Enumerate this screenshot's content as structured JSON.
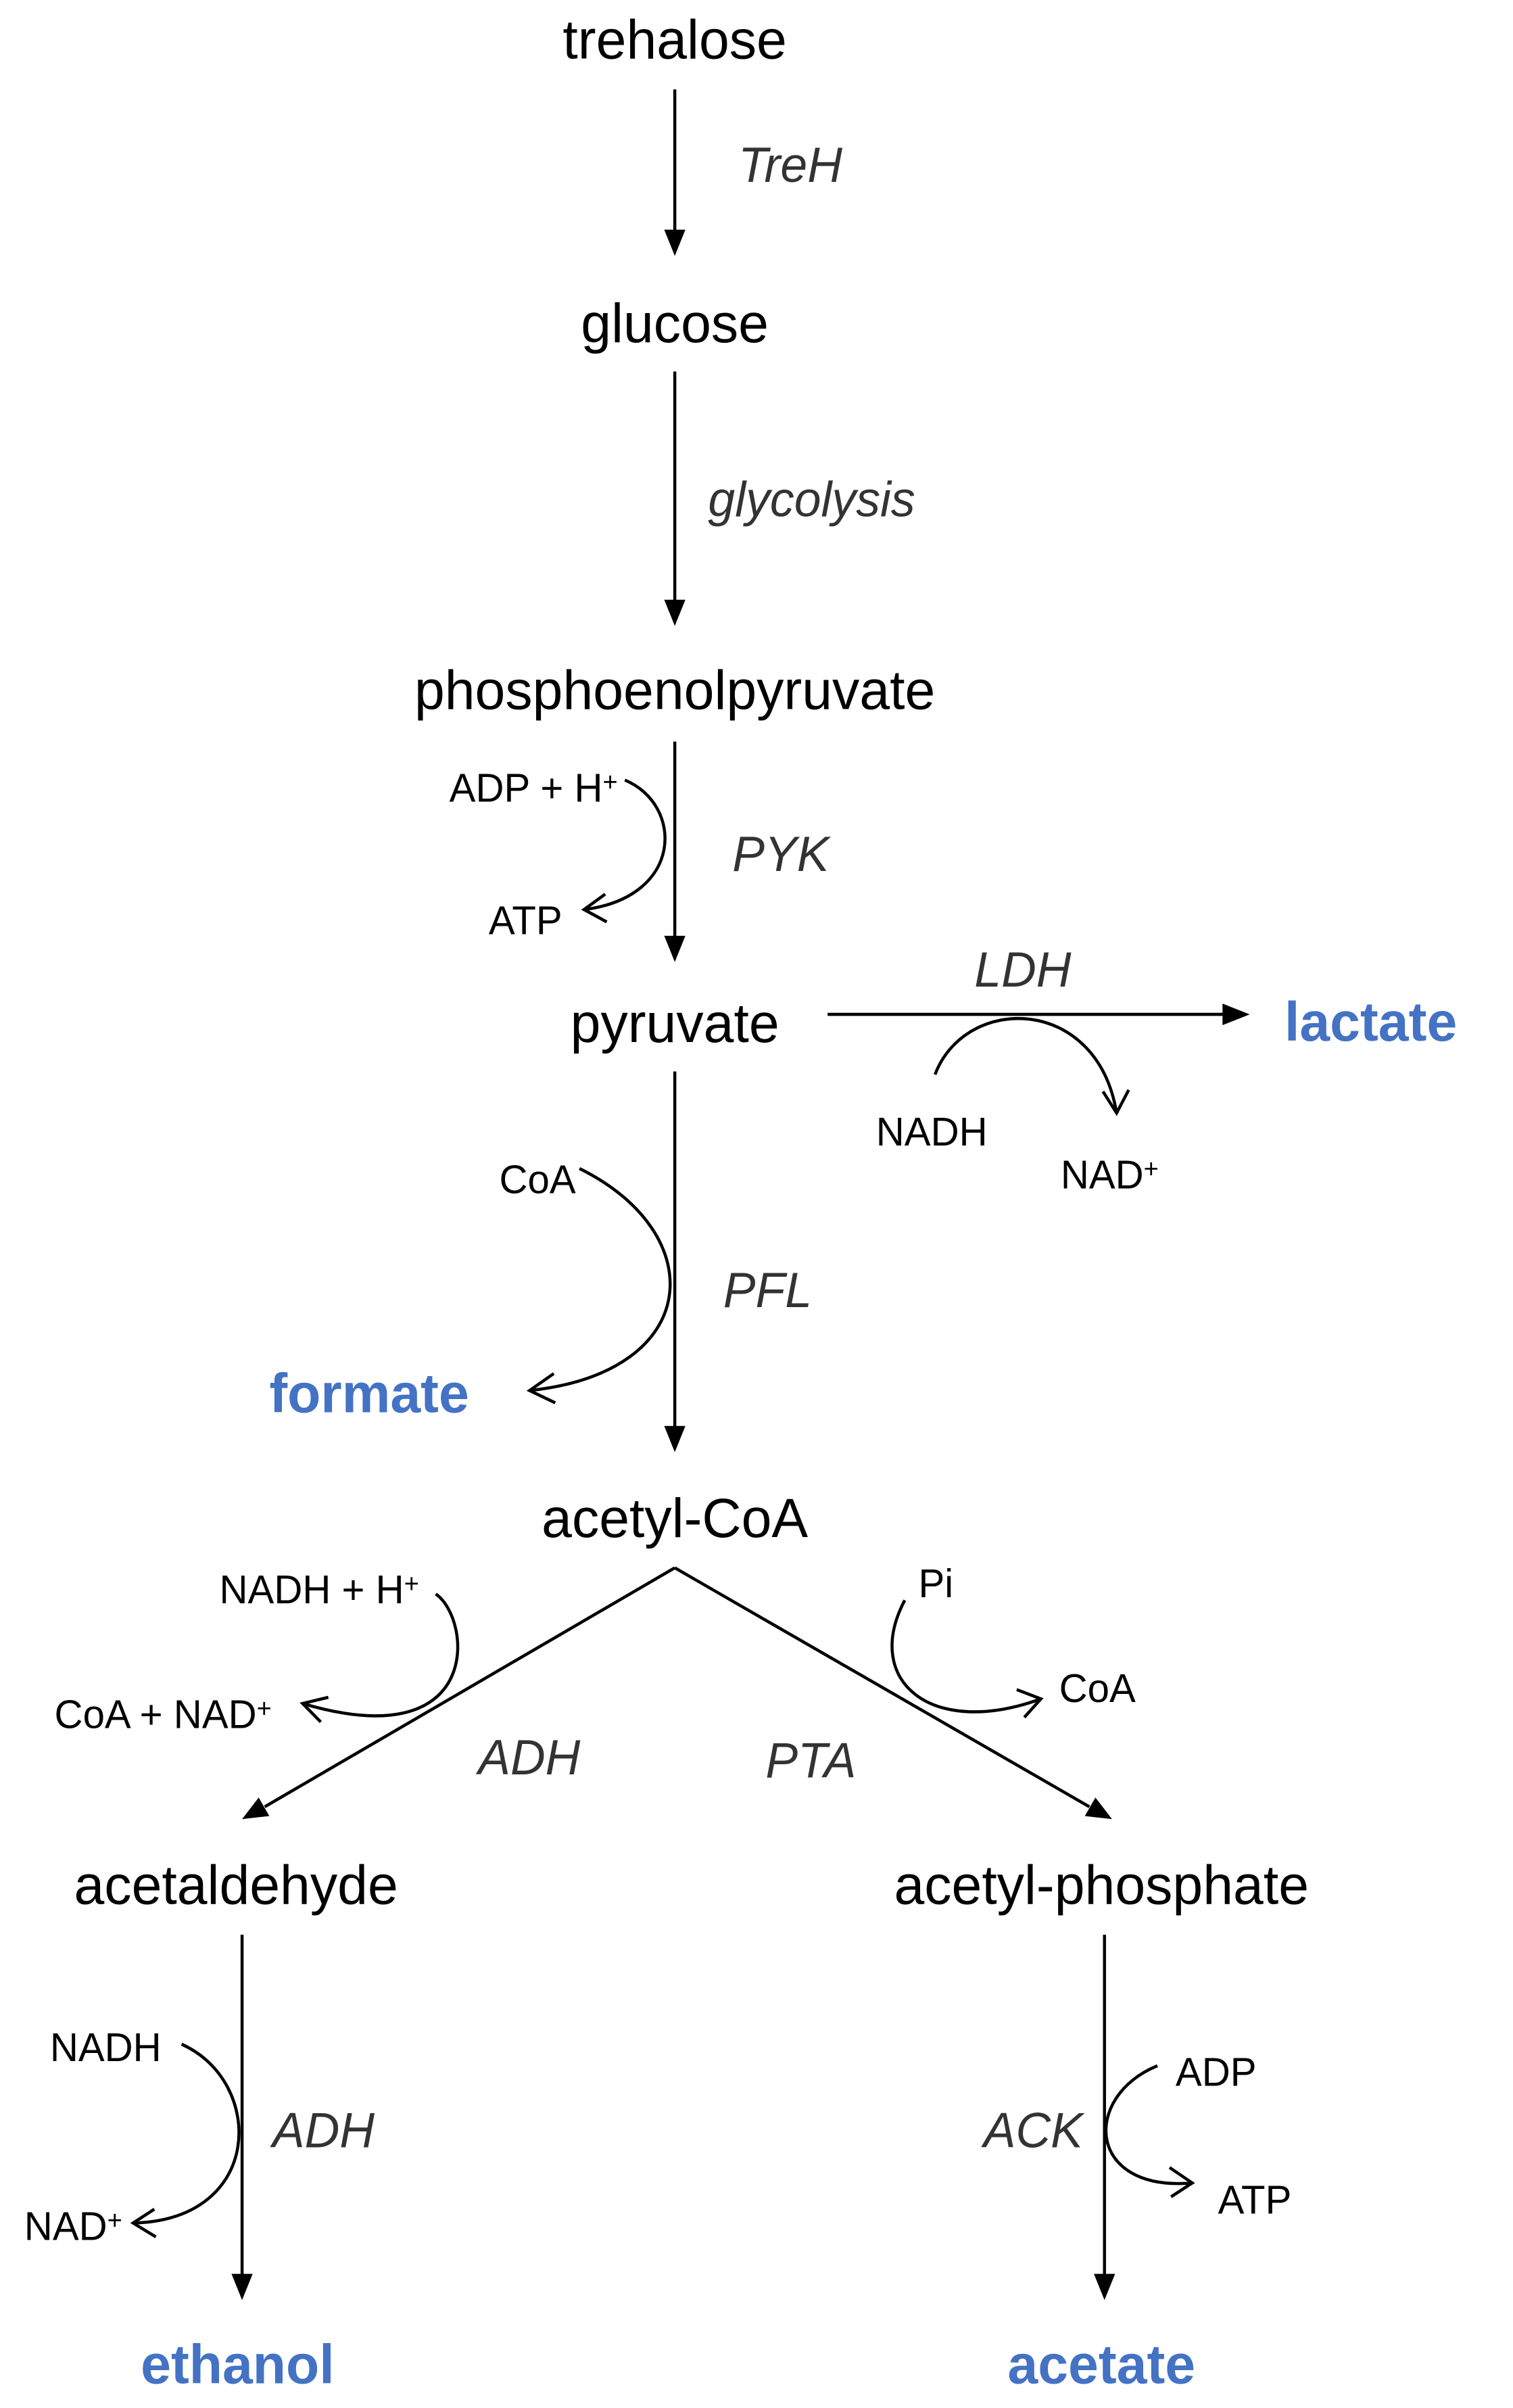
{
  "colors": {
    "product": "#4472C4",
    "enzyme": "#333333",
    "process": "#7f7f7f",
    "text": "#000000"
  },
  "metabolites": {
    "trehalose": "trehalose",
    "glucose": "glucose",
    "phosphoenolpyruvate": "phosphoenolpyruvate",
    "pyruvate": "pyruvate",
    "acetyl_coa": "acetyl-CoA",
    "acetaldehyde": "acetaldehyde",
    "acetyl_phosphate": "acetyl-phosphate"
  },
  "products": {
    "lactate": "lactate",
    "formate": "formate",
    "ethanol": "ethanol",
    "acetate": "acetate"
  },
  "enzymes": {
    "treh": "TreH",
    "glycolysis": "glycolysis",
    "pyk": "PYK",
    "ldh": "LDH",
    "pfl": "PFL",
    "adh_1": "ADH",
    "pta": "PTA",
    "adh_2": "ADH",
    "ack": "ACK"
  },
  "cofactors": {
    "pyk_in": "ADP + H",
    "pyk_in_sup": "+",
    "pyk_out": "ATP",
    "ldh_in": "NADH",
    "ldh_out": "NAD",
    "ldh_out_sup": "+",
    "pfl_in": "CoA",
    "adh1_in": "NADH + H",
    "adh1_in_sup": "+",
    "adh1_out": "CoA + NAD",
    "adh1_out_sup": "+",
    "pta_in": "Pi",
    "pta_out": "CoA",
    "adh2_in": "NADH",
    "adh2_out": "NAD",
    "adh2_out_sup": "+",
    "ack_in": "ADP",
    "ack_out": "ATP"
  }
}
